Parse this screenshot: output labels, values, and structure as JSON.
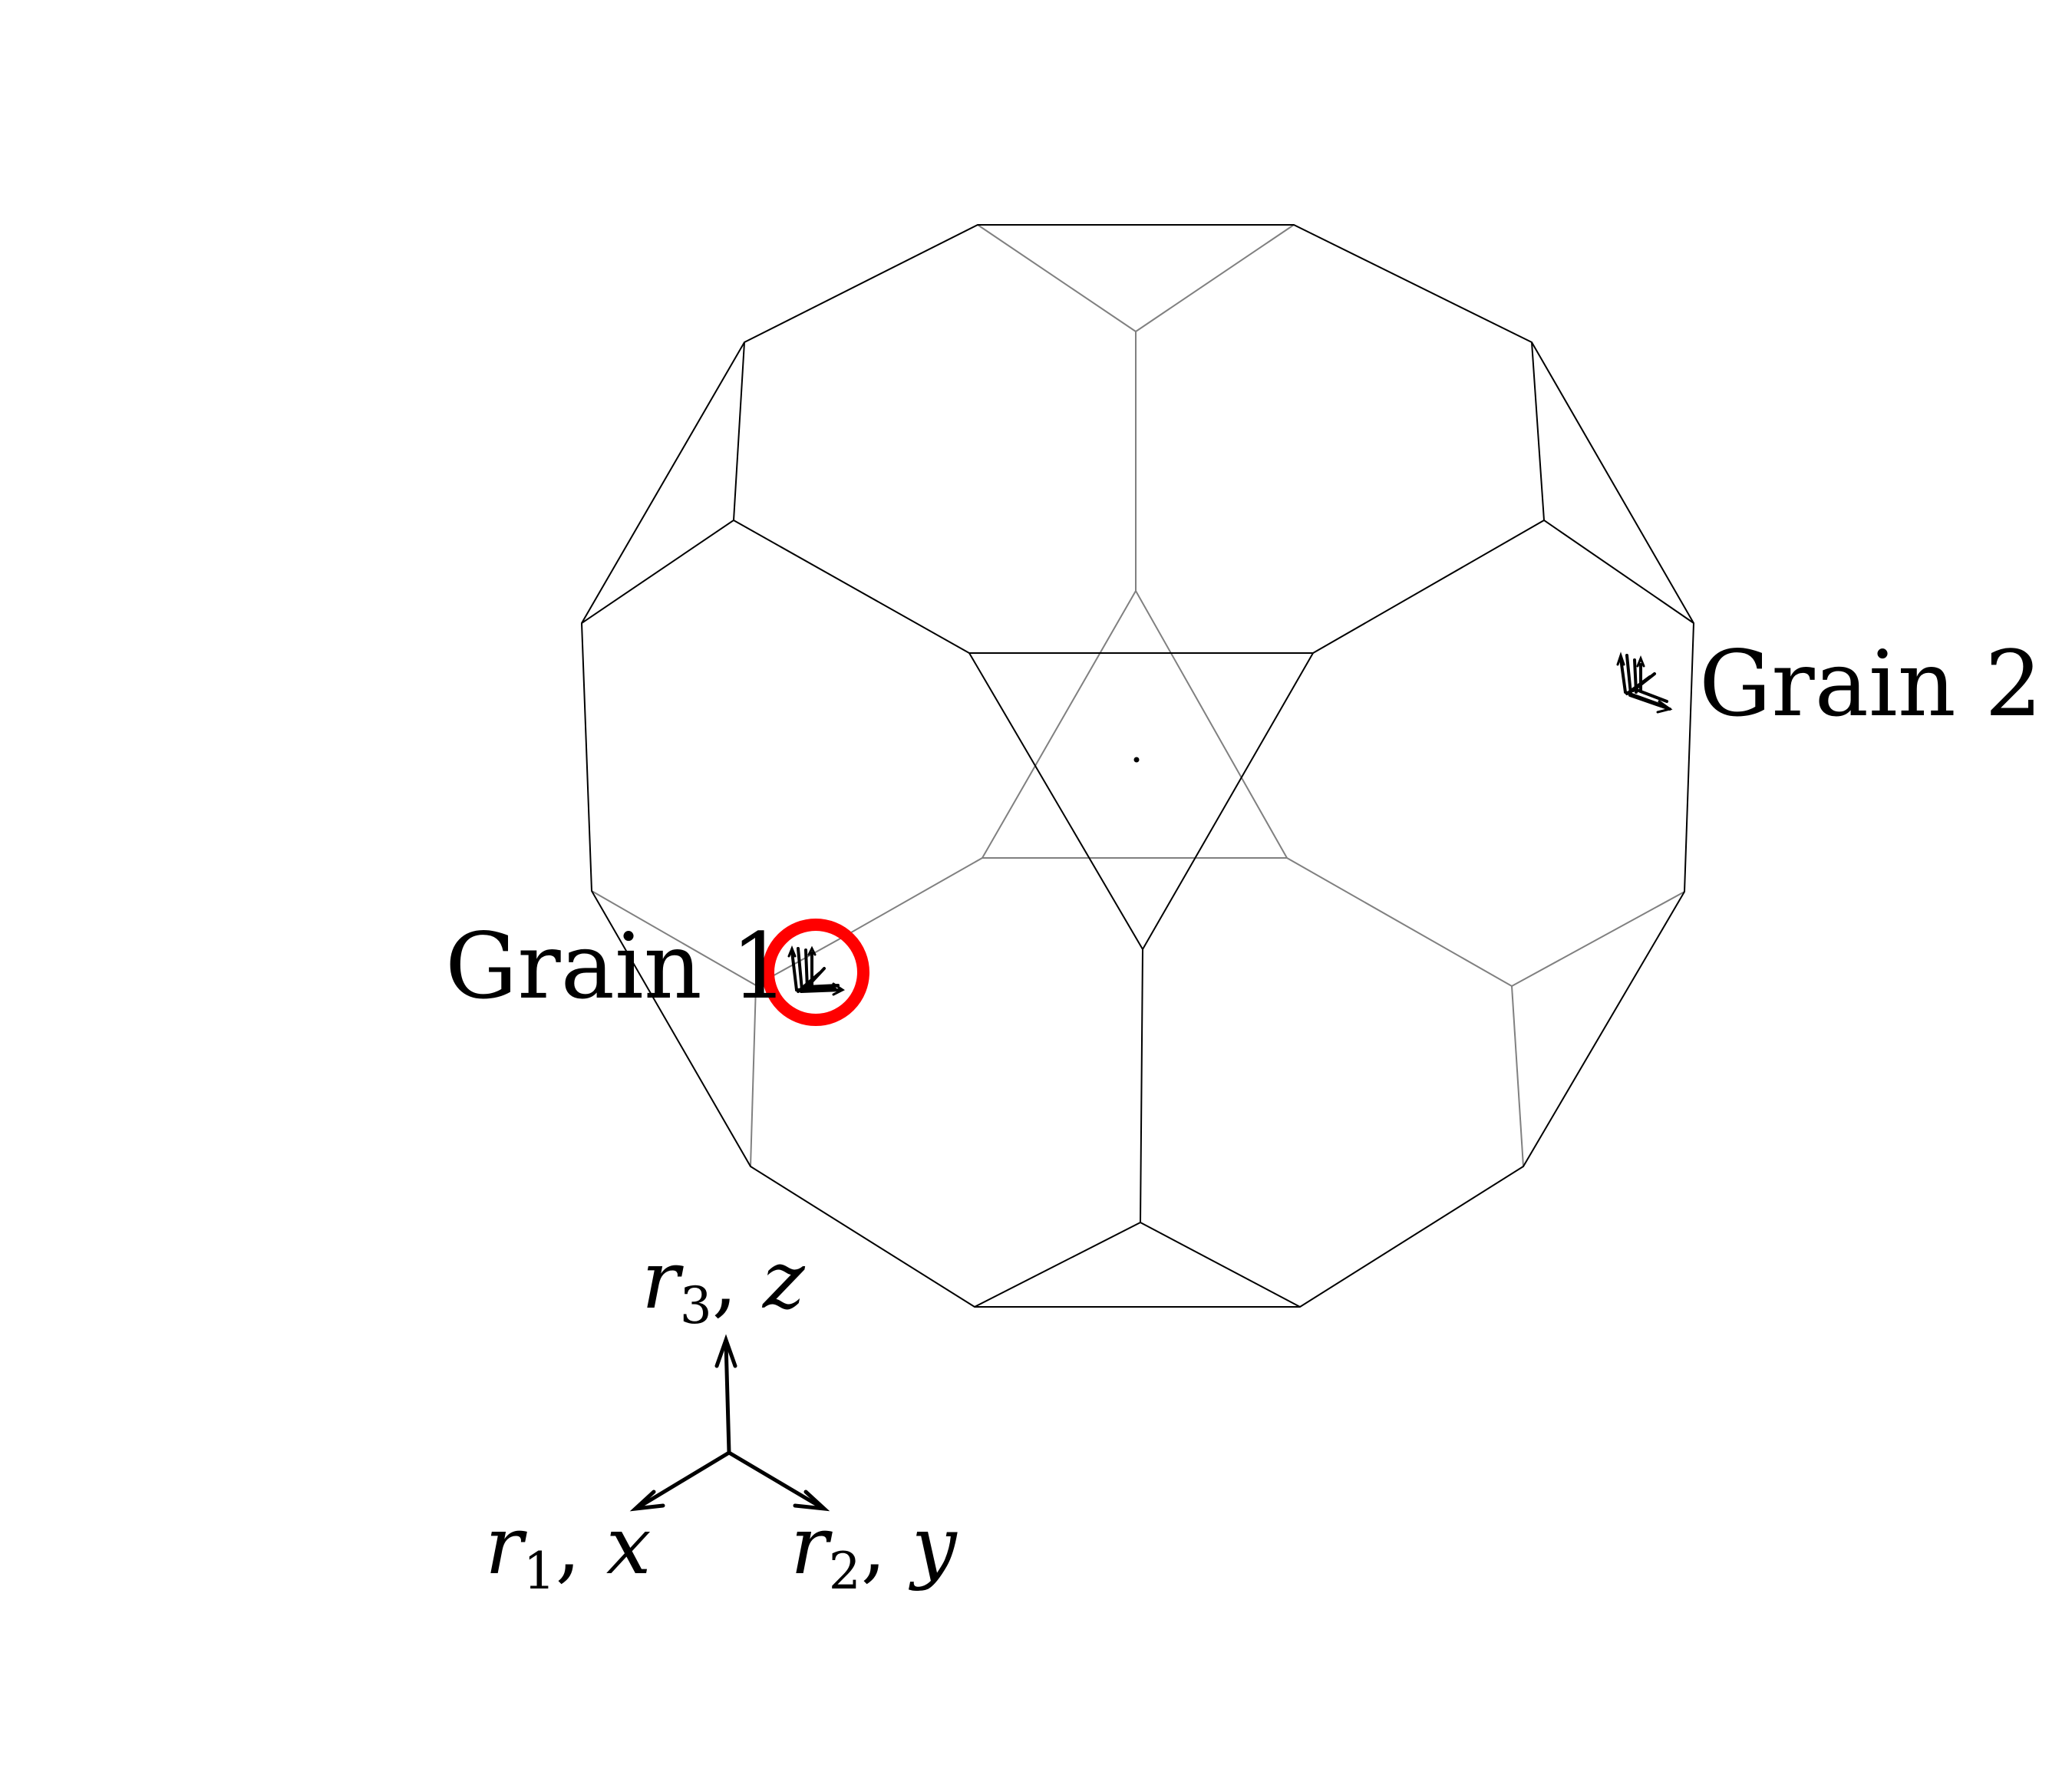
{
  "figure": {
    "grains": [
      {
        "label": "Grain 1",
        "highlighted": true
      },
      {
        "label": "Grain 2",
        "highlighted": false
      }
    ],
    "axes": {
      "z": {
        "symbol": "r",
        "index": "3",
        "name": "z"
      },
      "x": {
        "symbol": "r",
        "index": "1",
        "name": "x"
      },
      "y": {
        "symbol": "r",
        "index": "2",
        "name": "y"
      }
    },
    "colors": {
      "highlight": "#ff0000",
      "front_edges": "#000000",
      "back_edges": "#808080"
    }
  }
}
